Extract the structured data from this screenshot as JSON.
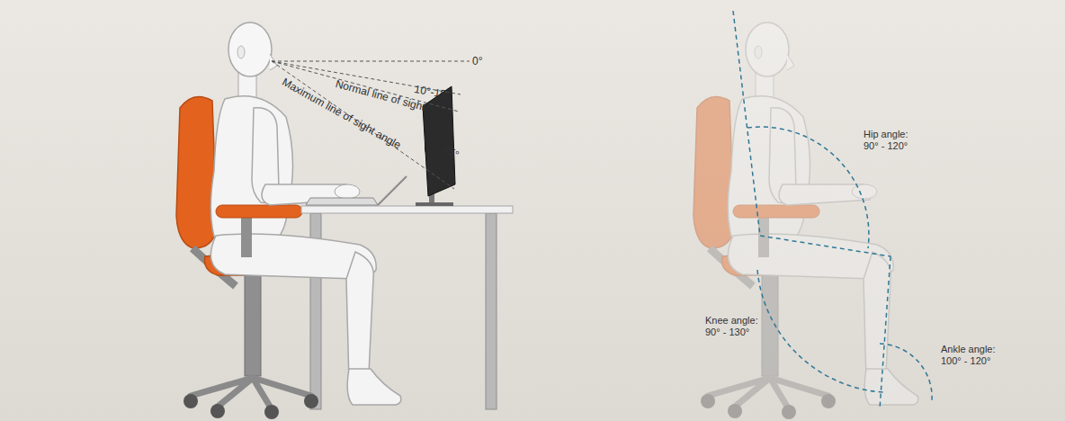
{
  "diagram": {
    "labels": [
      "0°",
      "10°-15°",
      "Normal line of sight",
      "Maximum line of sight angle",
      "35°",
      "Hip angle: 90° - 120°",
      "Knee angle: 90° - 130°",
      "Ankle angle: 100° - 120°"
    ]
  }
}
